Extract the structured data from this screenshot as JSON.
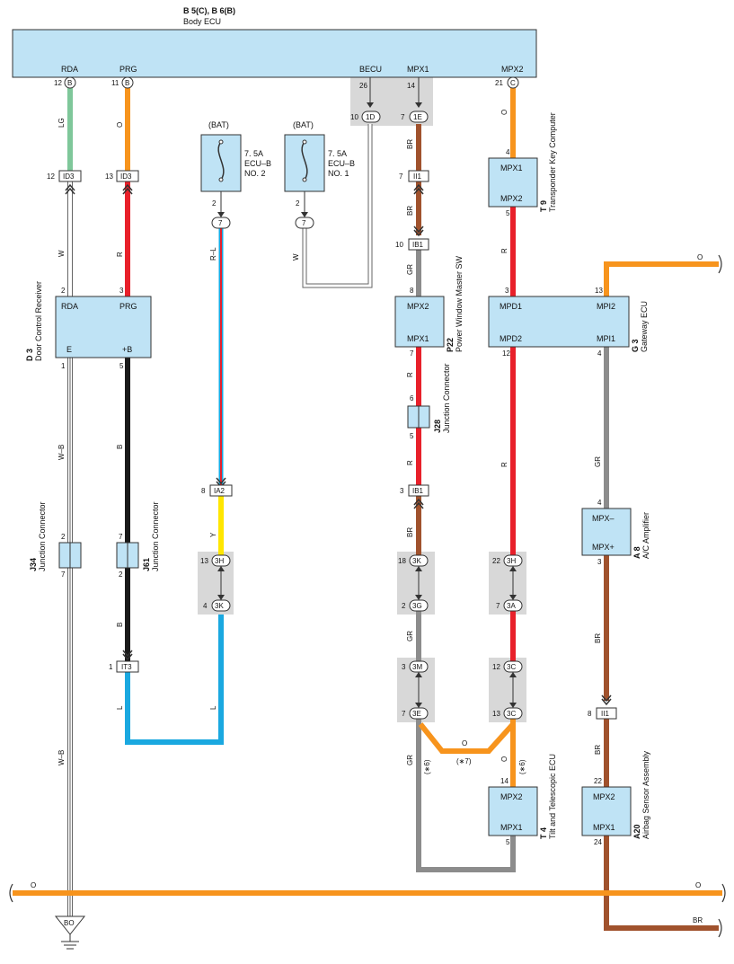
{
  "header": {
    "code": "B 5(C), B 6(B)",
    "name": "Body ECU"
  },
  "body_ecu_pins": {
    "rda": "RDA",
    "rda_pin": "12",
    "rda_conn": "B",
    "prg": "PRG",
    "prg_pin": "11",
    "prg_conn": "B",
    "becu": "BECU",
    "becu_pin": "26",
    "mpx1": "MPX1",
    "mpx1_pin": "14",
    "mpx2": "MPX2",
    "mpx2_pin": "21",
    "mpx2_conn": "C"
  },
  "components": {
    "door_receiver": {
      "code": "D 3",
      "name": "Door Control Receiver",
      "pin_rda": "RDA",
      "pin_prg": "PRG",
      "pin_e": "E",
      "pin_b": "+B",
      "n2": "2",
      "n3": "3",
      "n1": "1",
      "n5": "5"
    },
    "transponder": {
      "code": "T 9",
      "name": "Transponder Key Computer",
      "pin_a": "MPX1",
      "pin_b": "MPX2",
      "n_top": "4",
      "n_bot": "5"
    },
    "window_sw": {
      "code": "P22",
      "name": "Power Window Master SW",
      "pin_a": "MPX2",
      "pin_b": "MPX1",
      "n_top": "8",
      "n_bot": "7"
    },
    "gateway": {
      "code": "G 3",
      "name": "Gateway ECU",
      "pin_mpd1": "MPD1",
      "pin_mpd2": "MPD2",
      "pin_mpi2": "MPI2",
      "pin_mpi1": "MPI1",
      "n3": "3",
      "n12": "12",
      "n13": "13",
      "n4": "4"
    },
    "ac_amp": {
      "code": "A 8",
      "name": "A/C Amplifier",
      "pin_a": "MPX–",
      "pin_b": "MPX+",
      "n_top": "4",
      "n_bot": "3"
    },
    "tilt_ecu": {
      "code": "T 4",
      "name": "Tilt and Telescopic ECU",
      "pin_a": "MPX2",
      "pin_b": "MPX1",
      "n_top": "14",
      "n_bot": "5"
    },
    "airbag": {
      "code": "A20",
      "name": "Airbag Sensor Assembly",
      "pin_a": "MPX2",
      "pin_b": "MPX1",
      "n_top": "22",
      "n_bot": "24"
    },
    "j28": {
      "code": "J28",
      "name": "Junction Connector",
      "n_top": "6",
      "n_bot": "5"
    },
    "j34": {
      "code": "J34",
      "name": "Junction Connector",
      "n_top": "2",
      "n_bot": "7"
    },
    "j61": {
      "code": "J61",
      "name": "Junction Connector",
      "n_top": "7",
      "n_bot": "2"
    }
  },
  "fuses": [
    {
      "supply": "(BAT)",
      "rating": "7. 5A",
      "name": "ECU–B",
      "number": "NO. 2",
      "pin": "2",
      "conn": "7"
    },
    {
      "supply": "(BAT)",
      "rating": "7. 5A",
      "name": "ECU–B",
      "number": "NO. 1",
      "pin": "2",
      "conn": "7"
    }
  ],
  "connectors": {
    "id3_a": {
      "pin": "12",
      "label": "ID3"
    },
    "id3_b": {
      "pin": "13",
      "label": "ID3"
    },
    "ia2": {
      "pin": "8",
      "label": "IA2"
    },
    "it3": {
      "pin": "1",
      "label": "IT3"
    },
    "ii1_a": {
      "pin": "7",
      "label": "II1"
    },
    "ib1_a": {
      "pin": "10",
      "label": "IB1"
    },
    "ib1_b": {
      "pin": "3",
      "label": "IB1"
    },
    "ii1_b": {
      "pin": "8",
      "label": "II1"
    },
    "c1d": {
      "pin": "10",
      "label": "1D"
    },
    "c1e": {
      "pin": "7",
      "label": "1E"
    },
    "c3h_a": {
      "pin": "13",
      "label": "3H"
    },
    "c3k_a": {
      "pin": "4",
      "label": "3K"
    },
    "c3k_b": {
      "pin": "18",
      "label": "3K"
    },
    "c3g": {
      "pin": "2",
      "label": "3G"
    },
    "c3m": {
      "pin": "3",
      "label": "3M"
    },
    "c3e": {
      "pin": "7",
      "label": "3E"
    },
    "c3h_b": {
      "pin": "22",
      "label": "3H"
    },
    "c3a": {
      "pin": "7",
      "label": "3A"
    },
    "c3c_a": {
      "pin": "12",
      "label": "3C"
    },
    "c3c_b": {
      "pin": "13",
      "label": "3C"
    }
  },
  "wire_labels": {
    "lg": "LG",
    "o": "O",
    "w": "W",
    "r": "R",
    "rl": "R–L",
    "br": "BR",
    "gr": "GR",
    "wb": "W–B",
    "b": "B",
    "y": "Y",
    "l": "L",
    "star6": "(∗6)",
    "star7": "(∗7)"
  },
  "ground": {
    "label": "BO"
  },
  "colors": {
    "component_fill": "#bfe3f5",
    "splice_fill": "#d8d8d8",
    "lg": "#7fc79a",
    "orange": "#f7941d",
    "red": "#e8202a",
    "brown": "#a0522d",
    "gray": "#8c8c8c",
    "black": "#1a1a1a",
    "yellow": "#ffe600",
    "blue": "#1aa8e0",
    "white_wire_outline": "#6d6d6d"
  }
}
